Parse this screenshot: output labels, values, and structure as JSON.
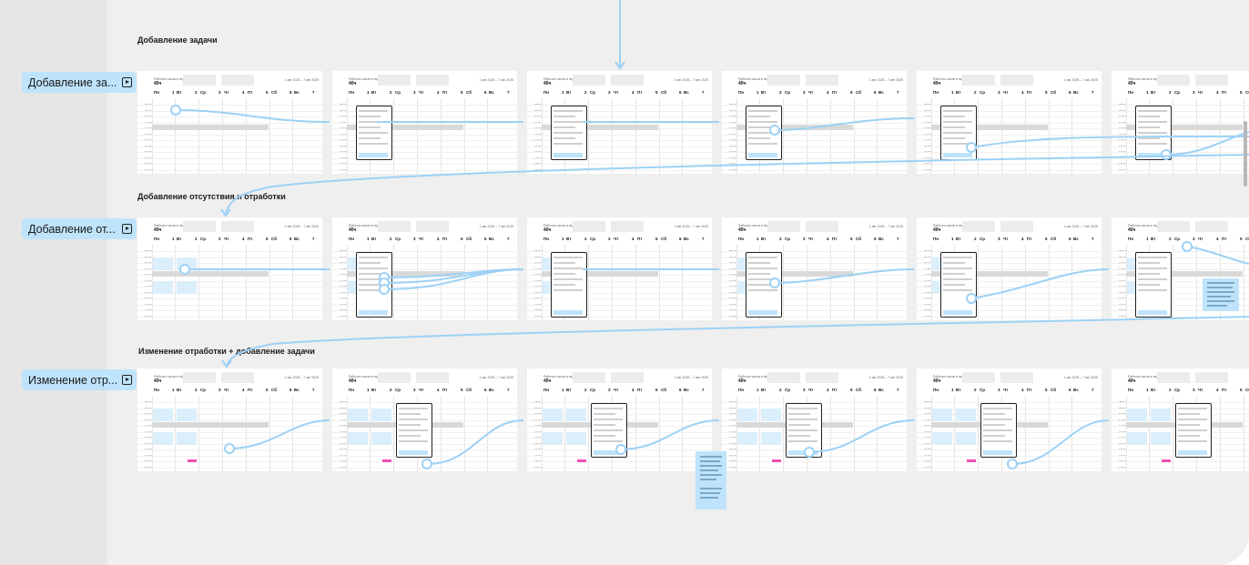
{
  "sections": [
    {
      "title": "Добавление задачи",
      "tag": "Добавление за..."
    },
    {
      "title": "Добавление отсутствия и отработки",
      "tag": "Добавление от..."
    },
    {
      "title": "Изменение отработки + добавление задачи",
      "tag": "Изменение отр..."
    }
  ],
  "screen": {
    "header_label": "Рабочих часов в неделю",
    "hours": "40ч",
    "date_range": "1 авг 2025 – 7 авг 2025",
    "days": [
      {
        "name": "Пн",
        "num": "1"
      },
      {
        "name": "Вт",
        "num": "2"
      },
      {
        "name": "Ср",
        "num": "3"
      },
      {
        "name": "Чт",
        "num": "4"
      },
      {
        "name": "Пт",
        "num": "5"
      },
      {
        "name": "Сб",
        "num": "6"
      },
      {
        "name": "Вс",
        "num": "7"
      }
    ],
    "times": [
      "08:00",
      "09:00",
      "10:00",
      "11:00",
      "12:00",
      "13:00",
      "14:00",
      "15:00",
      "16:00",
      "17:00",
      "18:00",
      "19:00"
    ]
  },
  "colors": {
    "canvas": "#efefef",
    "left_panel": "#e6e6e6",
    "flow_tag": "#bfe3fb",
    "connector": "#9dd1f5",
    "event": "#dbeefc",
    "pink_marker": "#f04fb0",
    "lunch_band": "#d9d9d9"
  },
  "icons": {
    "flow_start": "play-in-frame-icon"
  }
}
